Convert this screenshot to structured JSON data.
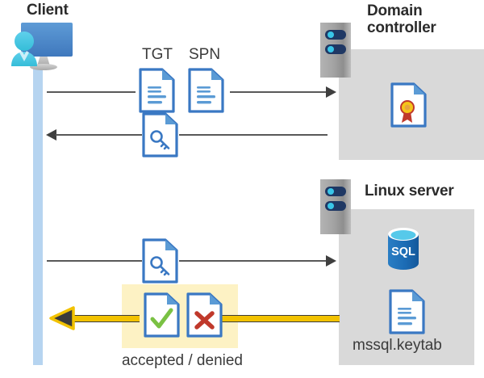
{
  "diagram": {
    "title_client": "Client",
    "title_domain_controller": "Domain\ncontroller",
    "title_linux_server": "Linux server",
    "colors": {
      "panel_gray": "#d9d9d9",
      "lifeline_blue": "#b6d4f0",
      "highlight_yellow": "#fdf2c4",
      "gold_arrow": "#f2c200",
      "doc_outline_blue": "#3a78c3",
      "accent_green": "#7ac143",
      "accent_red": "#c0392b",
      "seal_gold": "#f5c518",
      "sql_blue": "#1c6cb5",
      "gray_line": "#595959"
    }
  },
  "labels": {
    "tgt": "TGT",
    "spn": "SPN",
    "keytab": "mssql.keytab",
    "verdict": "accepted / denied"
  },
  "icons": {
    "client": "client-workstation-icon",
    "dc_rack": "server-rack-icon",
    "linux_rack": "server-rack-icon",
    "tgt_doc": "document-icon",
    "spn_doc": "document-icon",
    "ticket_key_doc": "document-key-icon",
    "service_key_doc": "document-key-icon",
    "certificate_doc": "document-certificate-icon",
    "accepted_doc": "document-check-icon",
    "denied_doc": "document-cross-icon",
    "sql_db": "sql-database-icon",
    "keytab_doc": "document-icon"
  },
  "flows": [
    {
      "id": "request-tgt-spn",
      "direction": "client-to-domain-controller",
      "payload": [
        "TGT",
        "SPN"
      ]
    },
    {
      "id": "issue-service-ticket",
      "direction": "domain-controller-to-client",
      "payload": [
        "ticket-key-document"
      ]
    },
    {
      "id": "present-service-ticket",
      "direction": "client-to-linux-server",
      "payload": [
        "service-key-document"
      ]
    },
    {
      "id": "auth-result",
      "direction": "linux-server-to-client",
      "payload": [
        "accepted",
        "denied"
      ]
    }
  ]
}
